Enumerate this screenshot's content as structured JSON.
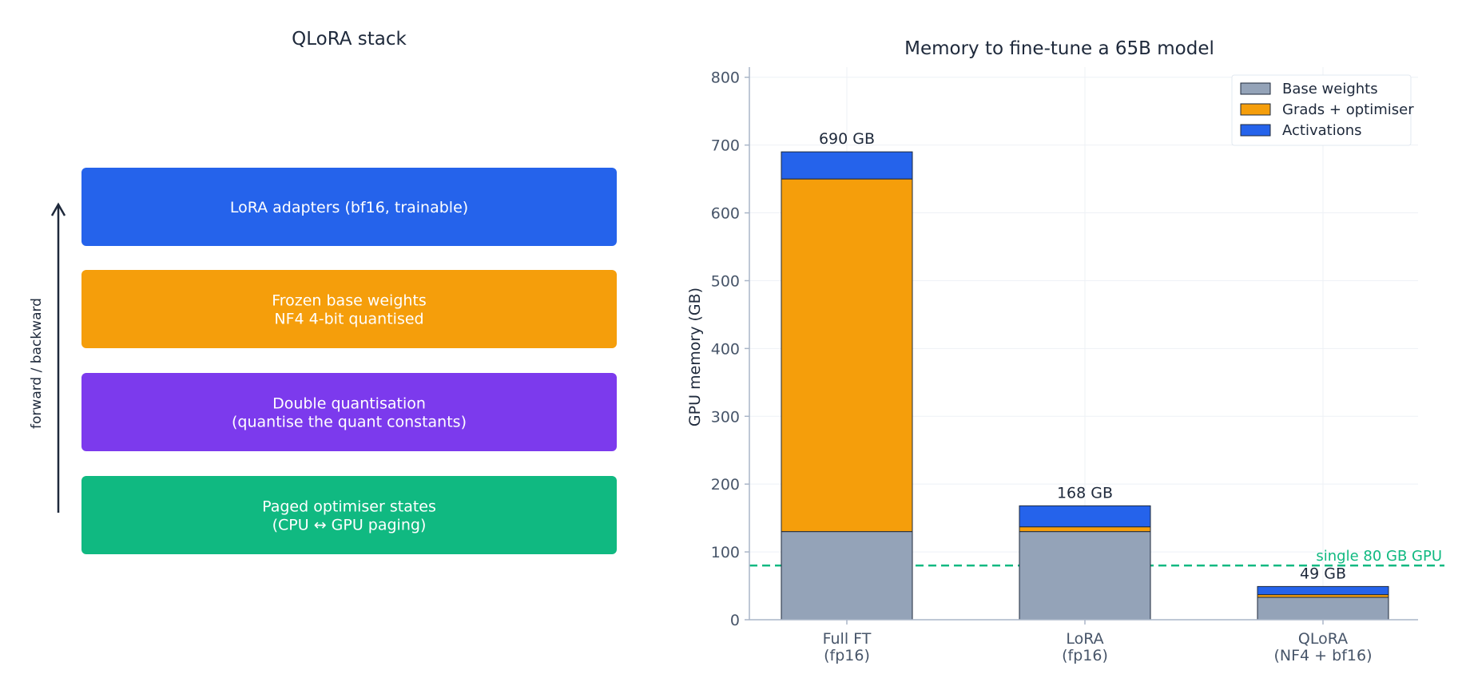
{
  "stack": {
    "title": "QLoRA stack",
    "arrow_label": "forward / backward",
    "layers": [
      {
        "lines": [
          "LoRA adapters (bf16, trainable)"
        ],
        "color": "#2563eb"
      },
      {
        "lines": [
          "Frozen base weights",
          "NF4 4-bit quantised"
        ],
        "color": "#f59e0b"
      },
      {
        "lines": [
          "Double quantisation",
          "(quantise the quant constants)"
        ],
        "color": "#7c3aed"
      },
      {
        "lines": [
          "Paged optimiser states",
          "(CPU ↔ GPU paging)"
        ],
        "color": "#10b981"
      }
    ]
  },
  "chart_data": {
    "type": "bar",
    "stacked": true,
    "title": "Memory to fine-tune a 65B model",
    "xlabel": "",
    "ylabel": "GPU memory (GB)",
    "ylim": [
      0,
      815
    ],
    "yticks": [
      0,
      100,
      200,
      300,
      400,
      500,
      600,
      700,
      800
    ],
    "grid": true,
    "legend_position": "top-right",
    "categories": [
      [
        "Full FT",
        "(fp16)"
      ],
      [
        "LoRA",
        "(fp16)"
      ],
      [
        "QLoRA",
        "(NF4 + bf16)"
      ]
    ],
    "series": [
      {
        "name": "Base weights",
        "values": [
          130,
          130,
          33
        ],
        "color": "#94a3b8"
      },
      {
        "name": "Grads + optimiser",
        "values": [
          520,
          7,
          4
        ],
        "color": "#f59e0b"
      },
      {
        "name": "Activations",
        "values": [
          40,
          31,
          12
        ],
        "color": "#2563eb"
      }
    ],
    "total_labels": [
      "690 GB",
      "168 GB",
      "49 GB"
    ],
    "reference_line": {
      "value": 80,
      "label": "single 80 GB GPU",
      "color": "#10b981"
    }
  }
}
